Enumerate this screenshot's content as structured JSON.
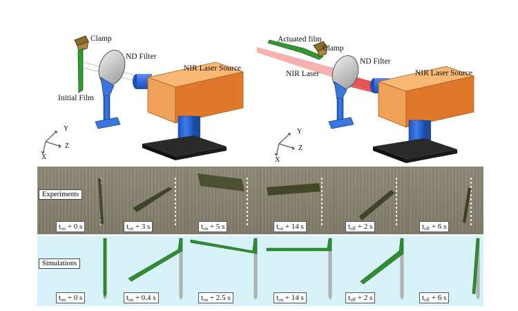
{
  "left_diagram": {
    "clamp": "Clamp",
    "nd_filter": "ND Filter",
    "laser_source": "NIR Laser Source",
    "initial_film": "Initial Film",
    "axes": {
      "y": "Y",
      "z": "Z",
      "x": "X"
    }
  },
  "right_diagram": {
    "actuated_film": "Actuated film",
    "clamp": "Clamp",
    "nd_filter": "ND Filter",
    "nir_laser": "NIR Laser",
    "laser_source": "NIR Laser Source",
    "axes": {
      "y": "Y",
      "z": "Z",
      "x": "X"
    }
  },
  "experiments": {
    "title": "Experiments",
    "frames": [
      {
        "sub": "on",
        "offset": "+ 0 s"
      },
      {
        "sub": "on",
        "offset": "+ 3 s"
      },
      {
        "sub": "on",
        "offset": "+ 5 s"
      },
      {
        "sub": "on",
        "offset": "+ 14 s"
      },
      {
        "sub": "off",
        "offset": "+ 2 s"
      },
      {
        "sub": "off",
        "offset": "+ 6 s"
      }
    ]
  },
  "simulations": {
    "title": "Simulations",
    "frames": [
      {
        "sub": "on",
        "offset": "+ 0 s"
      },
      {
        "sub": "on",
        "offset": "+ 0.4 s"
      },
      {
        "sub": "on",
        "offset": "+ 2.5 s"
      },
      {
        "sub": "on",
        "offset": "+ 14 s"
      },
      {
        "sub": "off",
        "offset": "+ 2 s"
      },
      {
        "sub": "off",
        "offset": "+ 6 s"
      }
    ]
  },
  "colors": {
    "laser_body": "#f4a760",
    "laser_body_dark": "#e0782c",
    "stand": "#2f6fd6",
    "film": "#2f8f2f",
    "clamp": "#8a6d2a",
    "sim_bg": "#d7f2f8",
    "exp_bg": "#8a8573"
  }
}
